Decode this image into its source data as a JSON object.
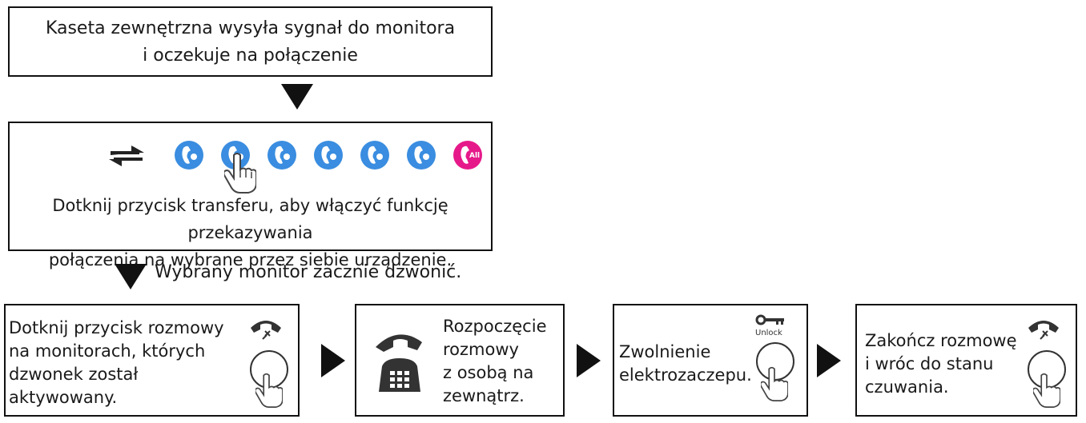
{
  "step1": {
    "line1": "Kaseta zewnętrzna wysyła sygnał do monitora",
    "line2": "i oczekuje na połączenie"
  },
  "step2": {
    "line1": "Dotknij przycisk transferu, aby włączyć funkcję przekazywania",
    "line2": "połączenia na wybrane przez siebie urządzenie.",
    "icons": [
      {
        "name": "transfer-monitor-1-icon",
        "color": "#3a8de0"
      },
      {
        "name": "transfer-monitor-2-icon",
        "color": "#3a8de0"
      },
      {
        "name": "transfer-monitor-3-icon",
        "color": "#3a8de0"
      },
      {
        "name": "transfer-monitor-4-icon",
        "color": "#3a8de0"
      },
      {
        "name": "transfer-monitor-5-icon",
        "color": "#3a8de0"
      },
      {
        "name": "transfer-monitor-6-icon",
        "color": "#3a8de0"
      },
      {
        "name": "transfer-all-icon",
        "color": "#e6198a",
        "label": "All"
      }
    ]
  },
  "ring_note": "Wybrany monitor zacznie dzwonić.",
  "step3": {
    "text": "Dotknij przycisk rozmowy\nna monitorach, których\ndzwonek został\naktywowany."
  },
  "step4": {
    "text": "Rozpoczęcie\nrozmowy\nz osobą na\nzewnątrz."
  },
  "step5": {
    "text": "Zwolnienie\nelektrozaczepu.",
    "unlock_label": "Unlock"
  },
  "step6": {
    "text": "Zakończ rozmowę\ni wróc do stanu\nczuwania."
  }
}
